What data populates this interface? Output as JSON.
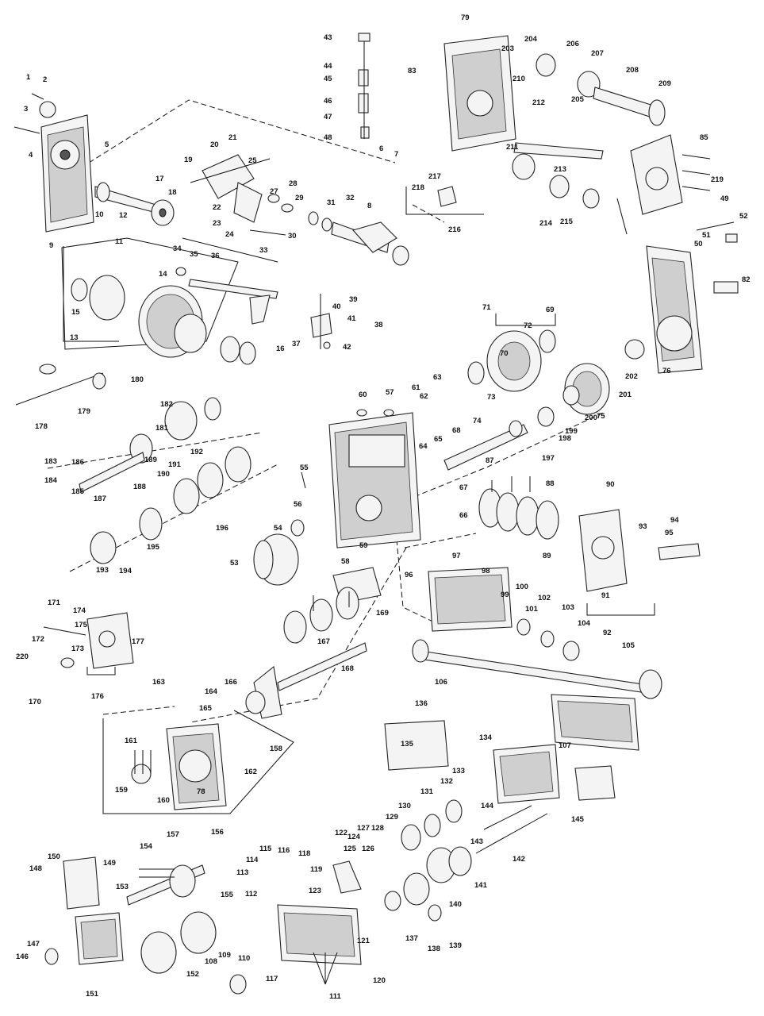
{
  "diagram": {
    "callouts": [
      "1",
      "2",
      "3",
      "4",
      "5",
      "6",
      "7",
      "8",
      "9",
      "10",
      "11",
      "12",
      "13",
      "14",
      "15",
      "16",
      "17",
      "18",
      "19",
      "20",
      "21",
      "22",
      "23",
      "24",
      "25",
      "27",
      "28",
      "29",
      "30",
      "31",
      "32",
      "33",
      "34",
      "35",
      "36",
      "37",
      "38",
      "39",
      "40",
      "41",
      "42",
      "43",
      "44",
      "45",
      "46",
      "47",
      "48",
      "49",
      "50",
      "51",
      "52",
      "53",
      "54",
      "55",
      "56",
      "57",
      "58",
      "59",
      "60",
      "61",
      "62",
      "63",
      "64",
      "65",
      "66",
      "67",
      "68",
      "69",
      "70",
      "71",
      "72",
      "73",
      "74",
      "75",
      "76",
      "78",
      "79",
      "82",
      "83",
      "85",
      "87",
      "88",
      "89",
      "90",
      "91",
      "92",
      "93",
      "94",
      "95",
      "96",
      "97",
      "98",
      "99",
      "100",
      "101",
      "102",
      "103",
      "104",
      "105",
      "106",
      "107",
      "108",
      "109",
      "110",
      "111",
      "112",
      "113",
      "114",
      "115",
      "116",
      "117",
      "118",
      "119",
      "120",
      "121",
      "122",
      "123",
      "124",
      "125",
      "126",
      "127",
      "128",
      "129",
      "130",
      "131",
      "132",
      "133",
      "134",
      "135",
      "136",
      "137",
      "138",
      "139",
      "140",
      "141",
      "142",
      "143",
      "144",
      "145",
      "146",
      "147",
      "148",
      "149",
      "150",
      "151",
      "152",
      "153",
      "154",
      "155",
      "156",
      "157",
      "158",
      "159",
      "160",
      "161",
      "162",
      "163",
      "164",
      "165",
      "166",
      "167",
      "168",
      "169",
      "170",
      "171",
      "172",
      "173",
      "174",
      "175",
      "176",
      "177",
      "178",
      "179",
      "180",
      "181",
      "182",
      "183",
      "184",
      "185",
      "186",
      "187",
      "188",
      "189",
      "190",
      "191",
      "192",
      "193",
      "194",
      "195",
      "196",
      "197",
      "198",
      "199",
      "200",
      "201",
      "202",
      "203",
      "204",
      "205",
      "206",
      "207",
      "208",
      "209",
      "210",
      "211",
      "212",
      "213",
      "214",
      "215",
      "216",
      "217",
      "218",
      "219",
      "220"
    ]
  }
}
